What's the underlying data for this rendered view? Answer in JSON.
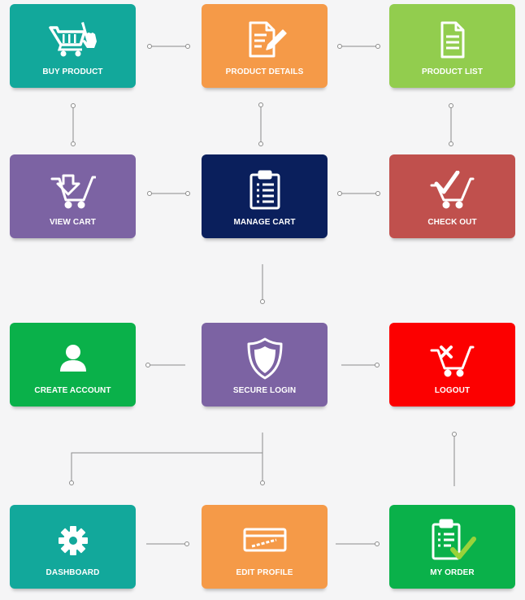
{
  "colors": {
    "teal": "#12a89b",
    "orange": "#f59a48",
    "lime": "#92cd4e",
    "purple": "#7c63a3",
    "navy": "#0a1f5c",
    "brick": "#c0504d",
    "green": "#0ab14a",
    "red": "#fc0000",
    "connector": "#8c8c8c"
  },
  "nodes": [
    {
      "id": "buy",
      "label": "BUY PRODUCT",
      "icon": "shopping-cart-hand-icon",
      "color": "#12a89b"
    },
    {
      "id": "details",
      "label": "PRODUCT DETAILS",
      "icon": "document-edit-icon",
      "color": "#f59a48"
    },
    {
      "id": "list",
      "label": "PRODUCT LIST",
      "icon": "document-icon",
      "color": "#92cd4e"
    },
    {
      "id": "viewcart",
      "label": "VIEW CART",
      "icon": "cart-arrow-down-icon",
      "color": "#7c63a3"
    },
    {
      "id": "manage",
      "label": "MANAGE CART",
      "icon": "clipboard-list-icon",
      "color": "#0a1f5c"
    },
    {
      "id": "checkout",
      "label": "CHECK OUT",
      "icon": "cart-check-icon",
      "color": "#c0504d"
    },
    {
      "id": "create",
      "label": "CREATE ACCOUNT",
      "icon": "user-icon",
      "color": "#0ab14a"
    },
    {
      "id": "secure",
      "label": "SECURE LOGIN",
      "icon": "shield-icon",
      "color": "#7c63a3"
    },
    {
      "id": "logout",
      "label": "LOGOUT",
      "icon": "cart-x-icon",
      "color": "#fc0000"
    },
    {
      "id": "dashboard",
      "label": "DASHBOARD",
      "icon": "gear-icon",
      "color": "#12a89b"
    },
    {
      "id": "edit",
      "label": "EDIT PROFILE",
      "icon": "card-edit-icon",
      "color": "#f59a48"
    },
    {
      "id": "order",
      "label": "MY ORDER",
      "icon": "clipboard-check-icon",
      "color": "#0ab14a"
    }
  ],
  "edges": [
    [
      "buy",
      "details"
    ],
    [
      "details",
      "list"
    ],
    [
      "buy",
      "viewcart"
    ],
    [
      "details",
      "manage"
    ],
    [
      "list",
      "checkout"
    ],
    [
      "viewcart",
      "manage"
    ],
    [
      "manage",
      "checkout"
    ],
    [
      "manage",
      "secure"
    ],
    [
      "create",
      "secure"
    ],
    [
      "secure",
      "logout"
    ],
    [
      "secure",
      "dashboard"
    ],
    [
      "secure",
      "edit"
    ],
    [
      "logout",
      "order"
    ],
    [
      "dashboard",
      "edit"
    ],
    [
      "edit",
      "order"
    ]
  ]
}
